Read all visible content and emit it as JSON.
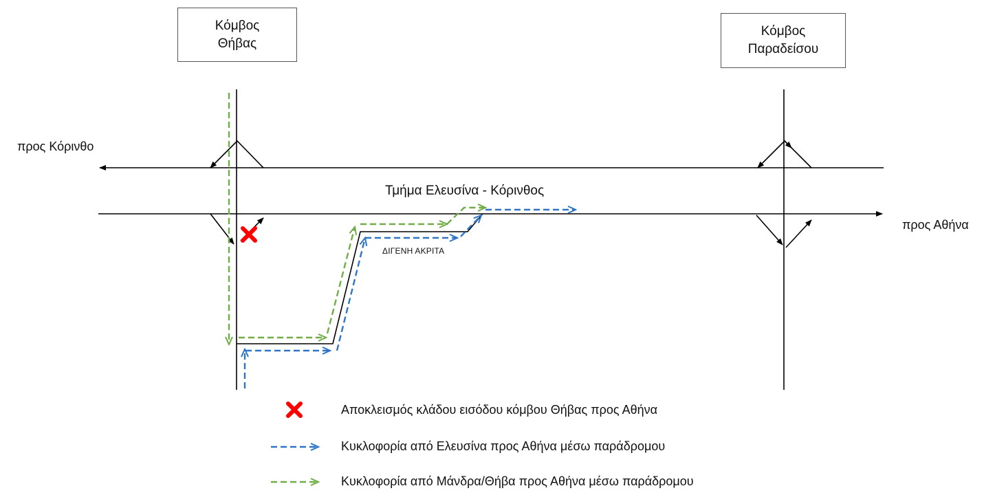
{
  "nodes": {
    "thiva": "Κόμβος\nΘήβας",
    "paradeisos": "Κόμβος\nΠαραδείσου"
  },
  "directions": {
    "korinthos": "προς Κόρινθο",
    "athina": "προς Αθήνα"
  },
  "segment_label": "Τμήμα Ελευσίνα - Κόρινθος",
  "street_label": "ΔΙΓΕΝΗ ΑΚΡΙΤΑ",
  "colors": {
    "road": "#000000",
    "blue_route": "#2e75c8",
    "green_route": "#70ad47",
    "closure": "#ff0000"
  },
  "legend": [
    {
      "icon": "red-x-closure-icon",
      "text": "Αποκλεισμός κλάδου εισόδου κόμβου Θήβας προς Αθήνα"
    },
    {
      "icon": "blue-dashed-arrow-icon",
      "text": "Κυκλοφορία από Ελευσίνα προς Αθήνα μέσω παράδρομου"
    },
    {
      "icon": "green-dashed-arrow-icon",
      "text": "Κυκλοφορία από Μάνδρα/Θήβα προς Αθήνα μέσω παράδρομου"
    }
  ]
}
